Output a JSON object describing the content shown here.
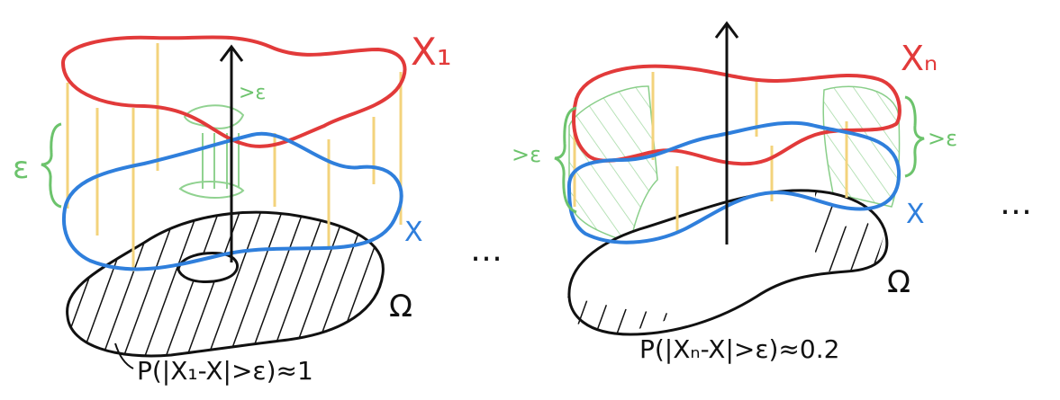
{
  "colors": {
    "red": "#e23a3a",
    "blue": "#2f7fdc",
    "green": "#6cc36c",
    "yellow": "#f3d37c",
    "black": "#111111"
  },
  "left_panel": {
    "label_x1": "X₁",
    "label_x": "X",
    "label_omega": "Ω",
    "label_eps": "ε",
    "label_gt_eps": ">ε",
    "caption": "P(|X₁-X|>ε)≈1"
  },
  "right_panel": {
    "label_xn": "Xₙ",
    "label_x": "X",
    "label_omega": "Ω",
    "label_gt_eps_left": ">ε",
    "label_gt_eps_right": ">ε",
    "caption": "P(|Xₙ-X|>ε)≈0.2"
  },
  "middle": {
    "dots": "…"
  },
  "far_right": {
    "dots": "…"
  }
}
